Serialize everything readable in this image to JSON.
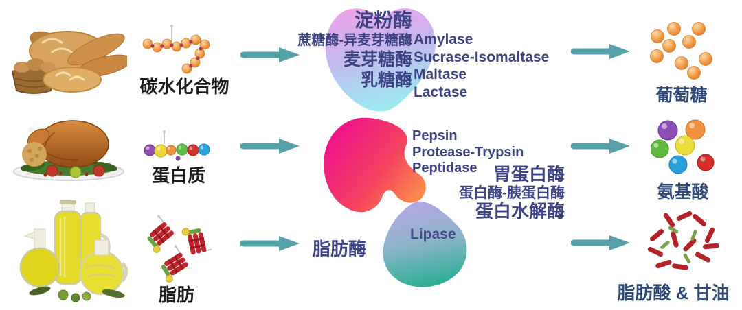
{
  "rows": [
    {
      "food_label": "碳水化合物",
      "enzymes_zh": [
        "淀粉酶",
        "蔗糖酶-异麦芽糖酶",
        "麦芽糖酶",
        "乳糖酶"
      ],
      "enzymes_en": [
        "Amylase",
        "Sucrase-Isomaltase",
        "Maltase",
        "Lactase"
      ],
      "product_label": "葡萄糖"
    },
    {
      "food_label": "蛋白质",
      "enzymes_en": [
        "Pepsin",
        "Protease-Trypsin",
        "Peptidase"
      ],
      "enzymes_zh": [
        "胃蛋白酶",
        "蛋白酶-胰蛋白酶",
        "蛋白水解酶"
      ],
      "product_label": "氨基酸"
    },
    {
      "food_label": "脂肪",
      "enzymes_zh": [
        "脂肪酶"
      ],
      "enzymes_en": [
        "Lipase"
      ],
      "product_label": "脂肪酸 & 甘油"
    }
  ],
  "icons": {
    "bread": "bread-basket-image",
    "turkey": "turkey-platter-image",
    "oil": "oil-bottles-image",
    "carb_molecule": "carbohydrate-chain-icon",
    "protein_molecule": "protein-beads-icon",
    "fat_molecule": "triglyceride-icon",
    "glucose": "glucose-spheres-icon",
    "amino": "amino-acid-spheres-icon",
    "fatty": "fatty-acid-rods-icon",
    "arrow": "right-arrow-icon"
  },
  "colors": {
    "arrow": "#55a1a7",
    "enzyme-text": "#3d4384",
    "product-text": "#2f4a78",
    "food-text": "#1c1c1c",
    "blob-carb-top": "#f2a0e8",
    "blob-carb-mid": "#c9b5ee",
    "blob-carb-bottom": "#9ee6f0",
    "blob-protein-left": "#ee0f8e",
    "blob-protein-right": "#fb9a49",
    "blob-fat-top": "#b7a6e8",
    "blob-fat-bottom": "#2eb096",
    "glucose-sphere": "#f0953f"
  }
}
